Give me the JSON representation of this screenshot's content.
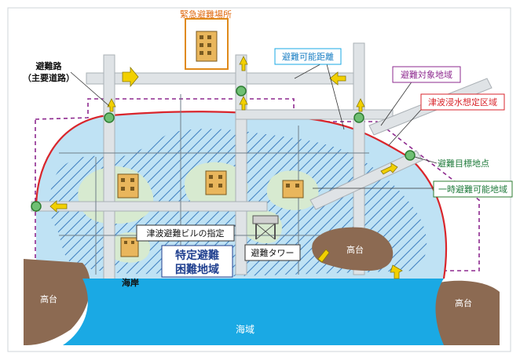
{
  "labels": {
    "emergency_site": "緊急避難場所",
    "evac_route_1": "避難路",
    "evac_route_2": "（主要道路）",
    "reachable_distance": "避難可能距離",
    "target_area": "避難対象地域",
    "inundation_zone": "津波浸水想定区域",
    "target_point": "避難目標地点",
    "temp_safe_area": "一時避難可能地域",
    "tsunami_building": "津波避難ビルの指定",
    "difficult_area_1": "特定避難",
    "difficult_area_2": "困難地域",
    "evac_tower": "避難タワー",
    "high_ground": "高台",
    "coast": "海岸",
    "sea": "海域"
  },
  "colors": {
    "sea": "#1aa9e4",
    "inundation_border": "#d9262c",
    "target_border": "#8e2a8f",
    "reachable_fill": "#bfe2f4",
    "hatch": "#3f7fbf",
    "high_ground": "#8c6a52",
    "road": "#dfe3e6",
    "arrow": "#f2d000",
    "building": "#e9b65c",
    "safe_patch": "#d7ead0"
  }
}
